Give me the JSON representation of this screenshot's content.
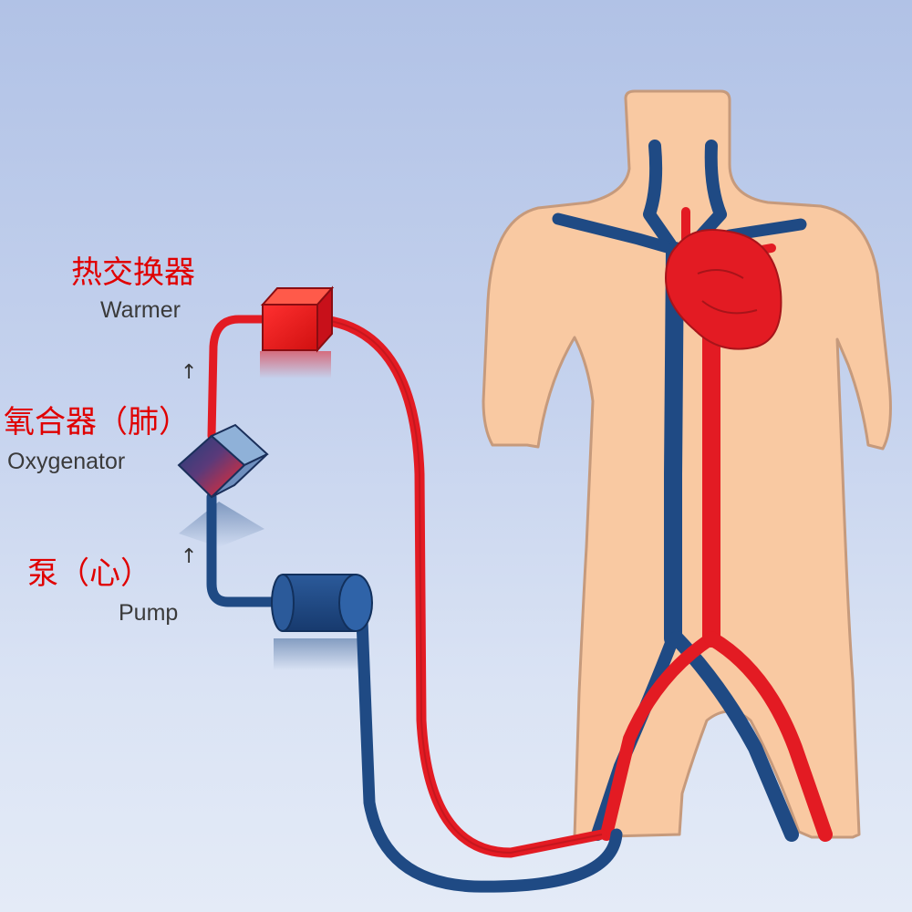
{
  "labels": {
    "warmer_zh": "热交换器",
    "warmer_en": "Warmer",
    "oxygenator_zh": "氧合器（肺）",
    "oxygenator_en": "Oxygenator",
    "pump_zh": "泵（心）",
    "pump_en": "Pump"
  },
  "arrows": {
    "up": "↑"
  },
  "colors": {
    "arterial_red": "#e31b23",
    "venous_blue": "#1f4a84",
    "skin": "#f9c9a2",
    "background_top": "#b1c2e6",
    "background_bottom": "#e4ebf7",
    "chinese_label": "#e00000"
  }
}
